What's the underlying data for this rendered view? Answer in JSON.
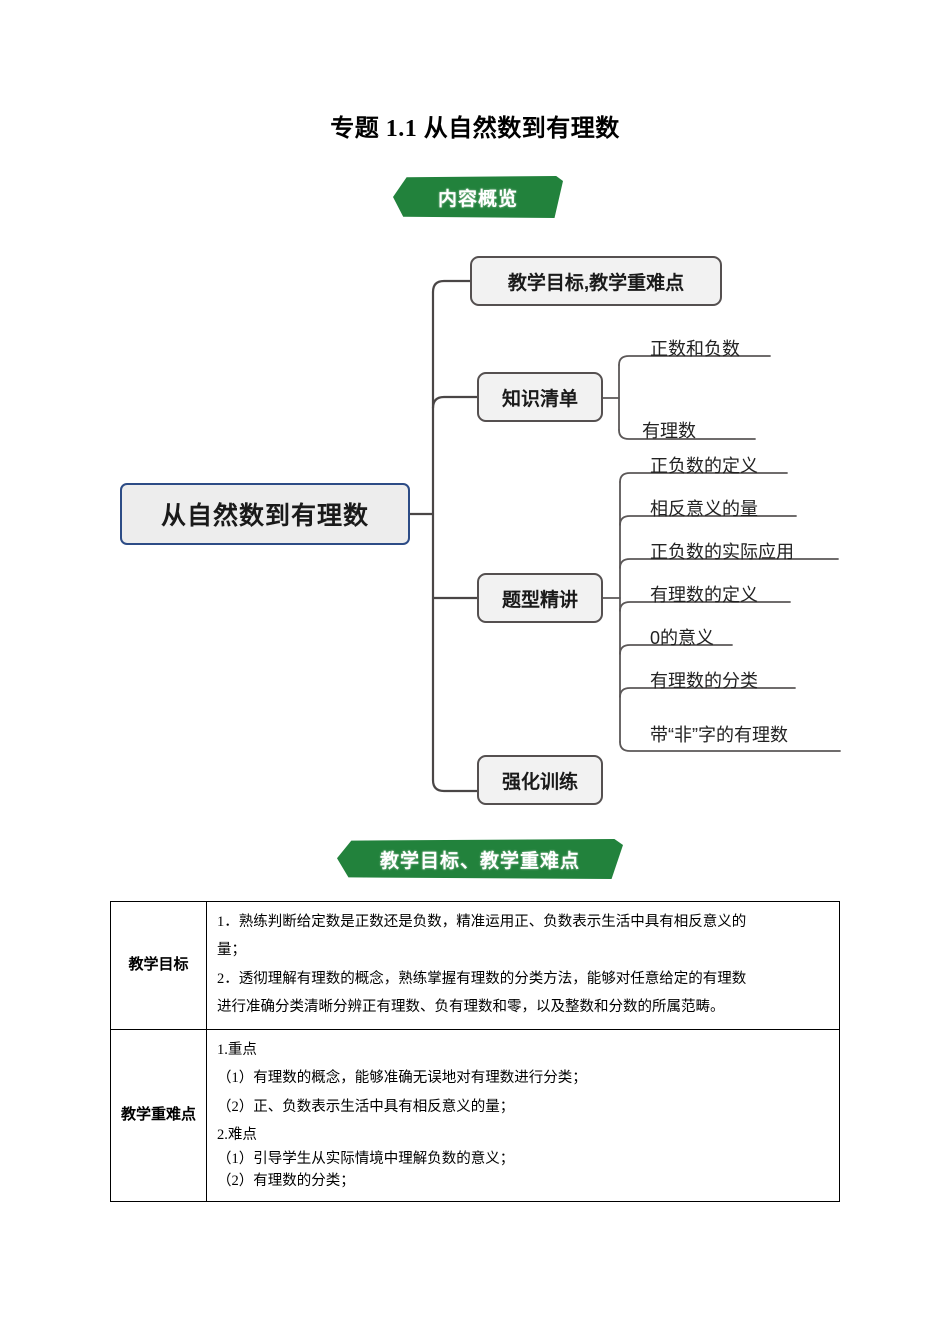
{
  "document": {
    "title": "专题 1.1  从自然数到有理数"
  },
  "banners": {
    "overview": "内容概览",
    "objectives": "教学目标、教学重难点"
  },
  "mindmap": {
    "root": "从自然数到有理数",
    "branches": [
      {
        "label": "教学目标,教学重难点",
        "children": []
      },
      {
        "label": "知识清单",
        "children": [
          "正数和负数",
          "有理数"
        ]
      },
      {
        "label": "题型精讲",
        "children": [
          "正负数的定义",
          "相反意义的量",
          "正负数的实际应用",
          "有理数的定义",
          "0的意义",
          "有理数的分类",
          "带“非”字的有理数"
        ]
      },
      {
        "label": "强化训练",
        "children": []
      }
    ]
  },
  "table": {
    "rows": [
      {
        "label": "教学目标",
        "lines": [
          "1．熟练判断给定数是正数还是负数，精准运用正、负数表示生活中具有相反意义的",
          "量；",
          "2．透彻理解有理数的概念，熟练掌握有理数的分类方法，能够对任意给定的有理数",
          "进行准确分类清晰分辨正有理数、负有理数和零，以及整数和分数的所属范畴。"
        ]
      },
      {
        "label": "教学重难点",
        "lines": [
          "1.重点",
          "（1）有理数的概念，能够准确无误地对有理数进行分类；",
          "（2）正、负数表示生活中具有相反意义的量；",
          "2.难点",
          "（1）引导学生从实际情境中理解负数的意义；",
          "（2）有理数的分类；"
        ]
      }
    ]
  },
  "colors": {
    "banner_green": "#22823C",
    "root_border_blue": "#2D4C86",
    "node_border_gray": "#555050",
    "node_fill": "#F2F2F2"
  }
}
